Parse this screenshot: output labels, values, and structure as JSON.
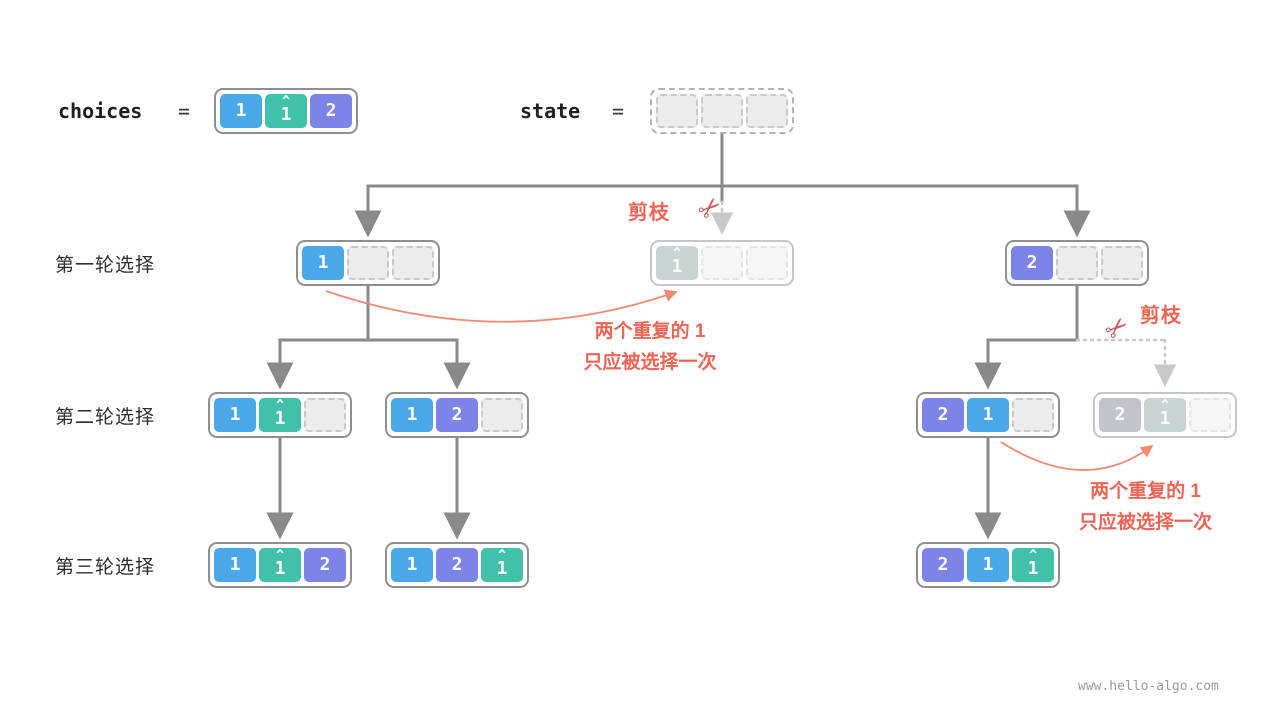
{
  "colors": {
    "blue": "#4aa8e8",
    "teal": "#41c1aa",
    "purple": "#7d84e8",
    "red": "#ee6455"
  },
  "symbols": {
    "hat": "^",
    "scissors": "✂"
  },
  "header": {
    "choices_label": "choices",
    "equals": "=",
    "state_label": "state"
  },
  "row_labels": [
    "第一轮选择",
    "第二轮选择",
    "第三轮选择"
  ],
  "prune_label": "剪枝",
  "notes": {
    "left": {
      "line1": "两个重复的 1",
      "line2": "只应被选择一次"
    },
    "right": {
      "line1": "两个重复的 1",
      "line2": "只应被选择一次"
    }
  },
  "watermark": "www.hello-algo.com",
  "boxes": {
    "choices": [
      "1",
      "1",
      "2"
    ],
    "l1_left": [
      "1"
    ],
    "l1_mid": [
      "1"
    ],
    "l1_right": [
      "2"
    ],
    "l2_a": [
      "1",
      "1"
    ],
    "l2_b": [
      "1",
      "2"
    ],
    "l2_c": [
      "2",
      "1"
    ],
    "l2_d": [
      "2",
      "1"
    ],
    "l3_a": [
      "1",
      "1",
      "2"
    ],
    "l3_b": [
      "1",
      "2",
      "1"
    ],
    "l3_c": [
      "2",
      "1",
      "1"
    ]
  }
}
